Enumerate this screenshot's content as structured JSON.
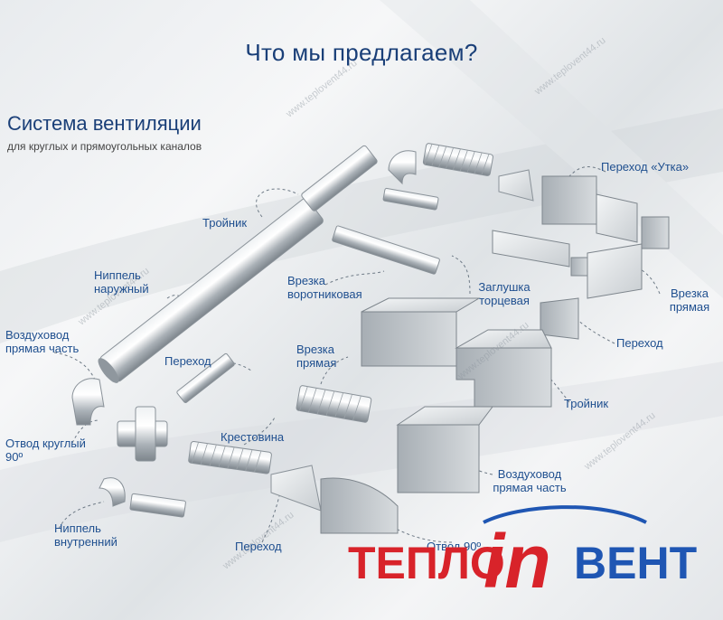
{
  "header": {
    "title": "Что мы предлагаем?"
  },
  "system": {
    "title": "Система вентиляции",
    "subtitle": "для круглых и прямоугольных каналов"
  },
  "labels": {
    "perehod_utka": "Переход «Утка»",
    "troynik_round": "Тройник",
    "nippel_naruzh": "Ниппель наружный",
    "vrezka_vorot": "Врезка воротниковая",
    "zaglushka": "Заглушка торцевая",
    "vrezka_pryam_rect": "Врезка прямая",
    "vozduhovod_round": "Воздуховод прямая часть",
    "perehod_round_1": "Переход",
    "vrezka_pryam_round": "Врезка прямая",
    "perehod_rect": "Переход",
    "troynik_rect": "Тройник",
    "otvod_round": "Отвод круглый 90º",
    "krestovina": "Крестовина",
    "vozduhovod_rect": "Воздуховод прямая часть",
    "nippel_vnutr": "Ниппель внутренний",
    "perehod_round_2": "Переход",
    "otvod_rect": "Отвод 90º"
  },
  "watermark": "www.teplovent44.ru",
  "logo": {
    "left": "ТЕПЛО",
    "middle": "in",
    "right": "ВЕНТ",
    "color_red": "#d8232a",
    "color_blue": "#1f56b3"
  },
  "colors": {
    "text_blue": "#1f4f8f",
    "metal": "#b9c0c6"
  }
}
